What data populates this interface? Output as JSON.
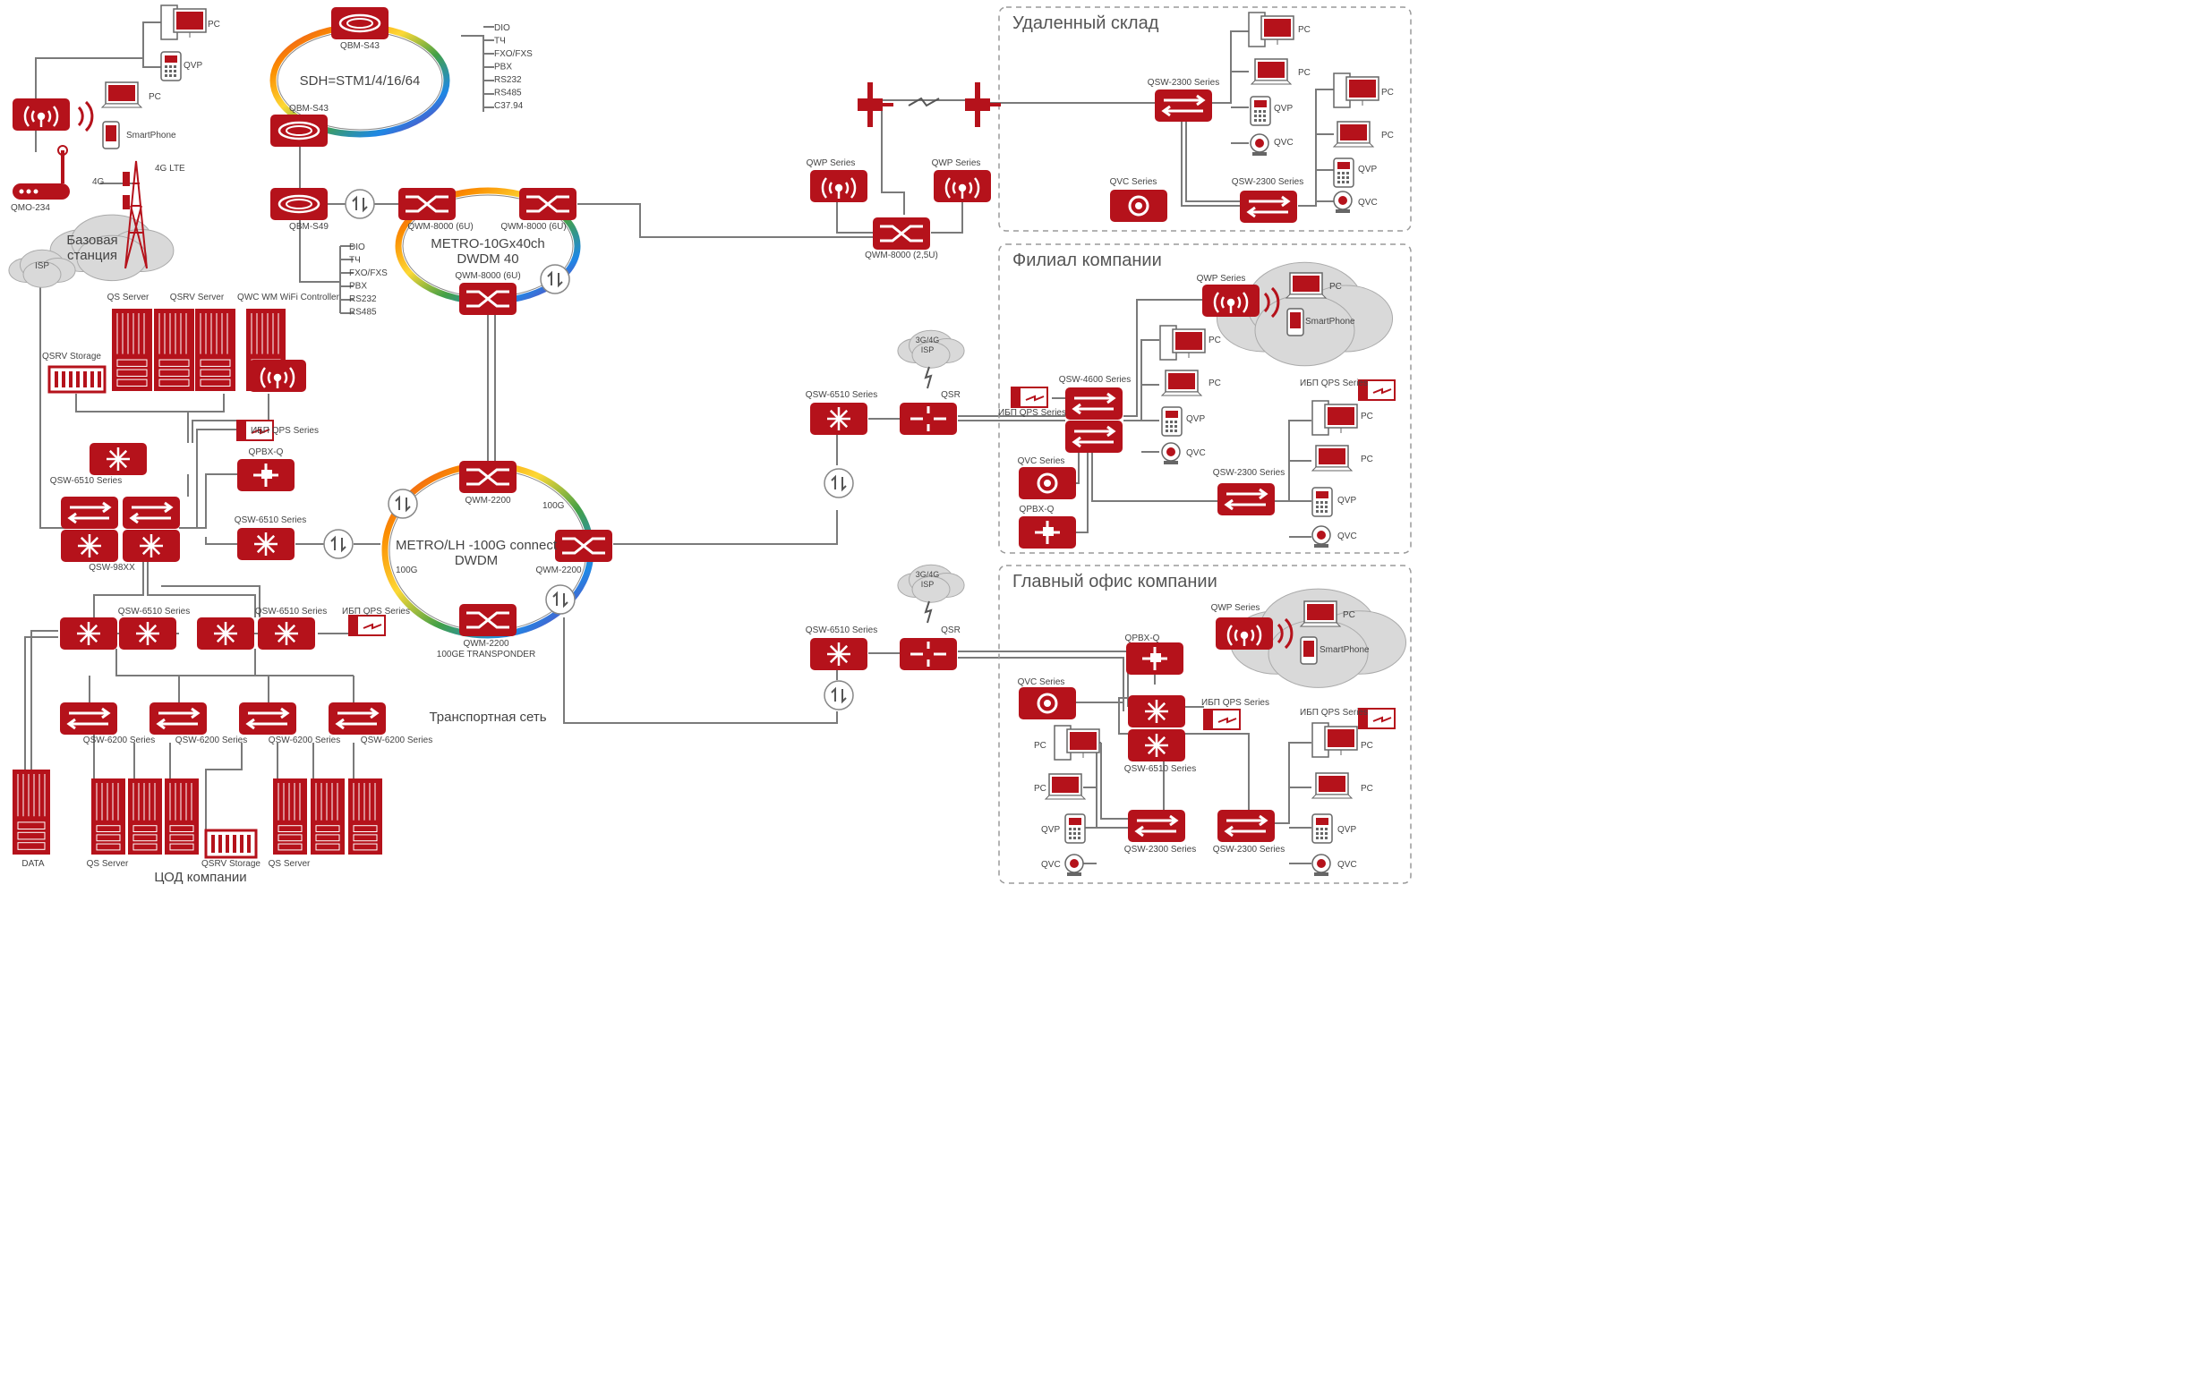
{
  "colors": {
    "brand": "#b5121b",
    "line": "#7a7a7a",
    "text": "#444444",
    "zone": "#9a9a9a",
    "cloud": "#d9d9d9"
  },
  "zones": {
    "warehouse": "Удаленный склад",
    "branch": "Филиал компании",
    "hq": "Главный офис компании"
  },
  "captions": {
    "transport": "Транспортная сеть",
    "dc": "ЦОД компании"
  },
  "rings": {
    "sdh": "SDH=STM1/4/16/64",
    "metro10_l1": "METRO-10Gx40ch",
    "metro10_l2": "DWDM 40",
    "metro100_l1": "METRO/LH -100G connect",
    "metro100_l2": "DWDM",
    "g100a": "100G",
    "g100b": "100G"
  },
  "clouds": {
    "base1": "Базовая",
    "base2": "станция",
    "isp": "ISP",
    "isp34a": "3G/4G",
    "isp34b": "ISP",
    "isp34c": "3G/4G",
    "isp34d": "ISP"
  },
  "iface": [
    "DIO",
    "ТЧ",
    "FXO/FXS",
    "PBX",
    "RS232",
    "RS485",
    "C37.94"
  ],
  "iface2": [
    "DIO",
    "ТЧ",
    "FXO/FXS",
    "PBX",
    "RS232",
    "RS485"
  ],
  "labels": {
    "pc": "PC",
    "qvp": "QVP",
    "qvc": "QVC",
    "smartphone": "SmartPhone",
    "qmo": "QMO-234",
    "g4": "4G",
    "g4lte": "4G LTE",
    "qbm43": "QBM-S43",
    "qbm49": "QBM-S49",
    "qwm8000_6u": "QWM-8000 (6U)",
    "qwm8000_25u": "QWM-8000 (2,5U)",
    "qwm2200": "QWM-2200",
    "transponder": "100GE TRANSPONDER",
    "qs_server": "QS Server",
    "qsrv_server": "QSRV Server",
    "qwc": "QWC WM WiFi Controller",
    "qsrv_storage": "QSRV Storage",
    "qsw6510": "QSW-6510 Series",
    "qsw98": "QSW-98XX",
    "ups": "ИБП QPS Series",
    "qpbx": "QPBX-Q",
    "qsw6200": "QSW-6200 Series",
    "data": "DATA",
    "qwp": "QWP Series",
    "qsw2300": "QSW-2300 Series",
    "qvc_series": "QVC Series",
    "qsr": "QSR",
    "qsw4600": "QSW-4600 Series"
  }
}
